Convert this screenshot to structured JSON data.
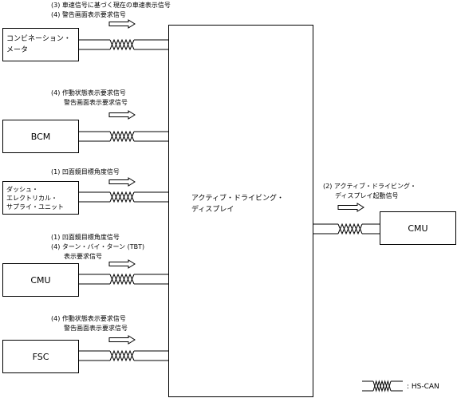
{
  "ecus": {
    "combination_meter": [
      "コンビネーション・",
      "メータ"
    ],
    "bcm": "BCM",
    "dash_electrical": [
      "ダッシュ・",
      "エレクトリカル・",
      "サプライ・ユニット"
    ],
    "cmu_left": "CMU",
    "fsc": "FSC",
    "active_driving_display": [
      "アクティブ・ドライビング・",
      "ディスプレイ"
    ],
    "cmu_right": "CMU"
  },
  "signals": {
    "meter": [
      "(3) 車速信号に基づく現在の車速表示信号",
      "(4) 警告画面表示要求信号"
    ],
    "bcm": [
      "(4) 作動状態表示要求信号",
      "警告画面表示要求信号"
    ],
    "dash": [
      "(1) 凹面鏡目標角度信号"
    ],
    "cmu_left": [
      "(1) 凹面鏡目標角度信号",
      "(4) ターン・バイ・ターン (TBT)",
      "表示要求信号"
    ],
    "fsc": [
      "(4) 作動状態表示要求信号",
      "警告画面表示要求信号"
    ],
    "cmu_right": [
      "(2) アクティブ・ドライビング・",
      "ディスプレイ起動信号"
    ]
  },
  "legend": {
    "label": ": HS-CAN"
  }
}
